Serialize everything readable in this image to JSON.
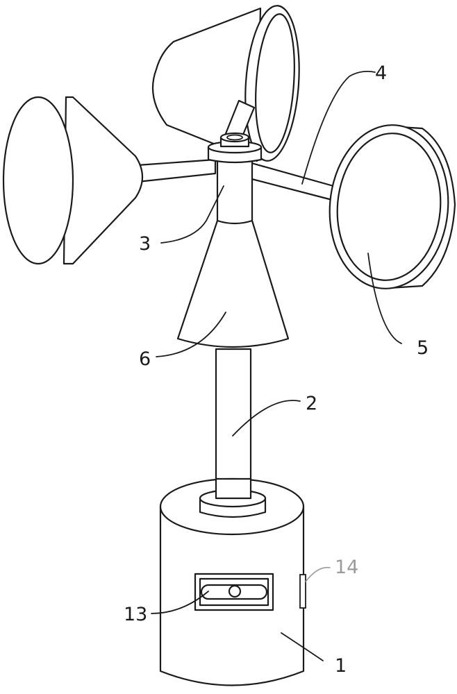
{
  "labels": {
    "base": "1",
    "pole": "2",
    "hub_shaft": "3",
    "arm": "4",
    "cup": "5",
    "cone": "6",
    "window": "13",
    "side_part": "14"
  },
  "colors": {
    "line": "#1a1a1a",
    "gray_label": "#9a9a9a",
    "background": "#ffffff"
  }
}
